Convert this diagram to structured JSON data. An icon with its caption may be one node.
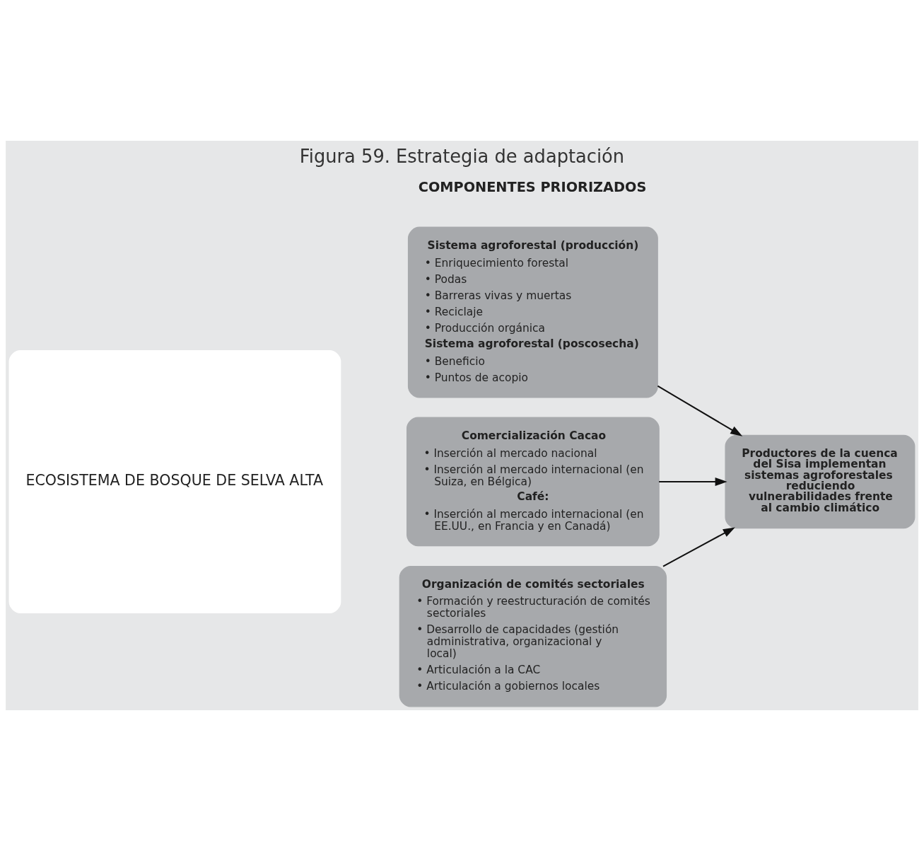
{
  "diagram": {
    "title": "Figura 59. Estrategia de adaptación",
    "nodes": [
      {
        "text": [
          "ECOSISTEMA DE BOSQUE DE SELVA ALTA"
        ]
      },
      {
        "text": [
          "Sistema agroforestal (producción)",
          "• Enriquecimiento forestal",
          "• Podas",
          "• Barreras vivas y muertas",
          "• Reciclaje",
          "• Producción orgánica",
          "Sistema agroforestal (poscosecha)",
          "• Beneficio",
          "• Puntos de acopio"
        ]
      },
      {
        "text": [
          "Comercialización Cacao",
          "• Inserción al mercado nacional",
          "• Inserción al mercado internacional (en Suiza, en Bélgica)",
          "Café:",
          "• Inserción al mercado internacional (en EE.UU., en Francia y en Canadá)"
        ]
      },
      {
        "text": [
          "Organización de comités sectoriales",
          "• Formación y reestructuración de comités sectoriales",
          "• Desarrollo de capacidades (gestión administrativa, organizacional y local)",
          "• Articulación a la CAC",
          "• Articulación a gobiernos locales"
        ]
      },
      {
        "text": [
          "Productores de la cuenca del Sisa implementan sistemas agroforestales reduciendo vulnerabilidades frente al cambio climático"
        ]
      }
    ],
    "edges": [
      {
        "from": 1,
        "to": 4,
        "arrow": "to"
      },
      {
        "from": 2,
        "to": 4,
        "arrow": "to"
      },
      {
        "from": 3,
        "to": 4,
        "arrow": "to"
      }
    ],
    "labels": [
      "COMPONENTES PRIORIZADOS"
    ]
  }
}
